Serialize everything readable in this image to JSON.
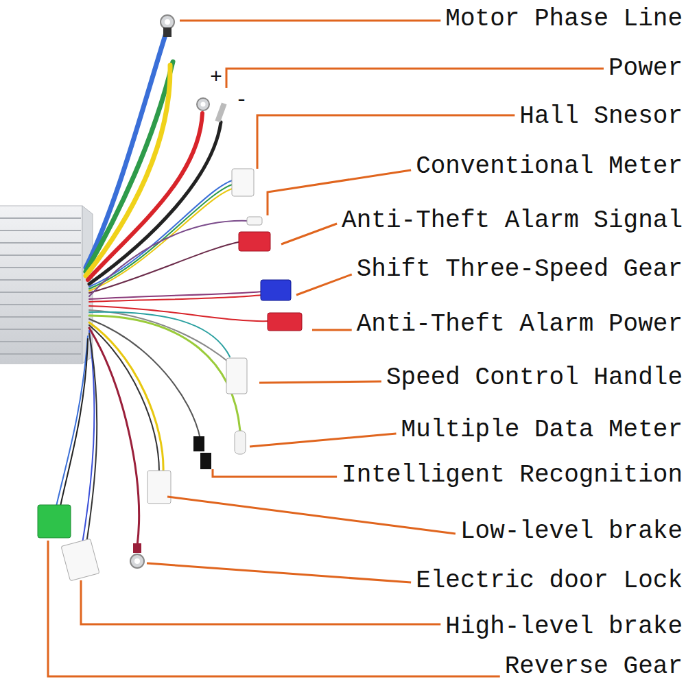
{
  "diagram": {
    "labels": [
      "Motor Phase Line",
      "Power",
      "+",
      "-",
      "Hall Snesor",
      "Conventional Meter",
      "Anti-Theft Alarm Signal",
      "Shift Three-Speed Gear",
      "Anti-Theft Alarm Power",
      "Speed Control Handle",
      "Multiple Data Meter",
      "Intelligent Recognition",
      "Low-level brake",
      "Electric door Lock",
      "High-level brake",
      "Reverse Gear"
    ]
  }
}
